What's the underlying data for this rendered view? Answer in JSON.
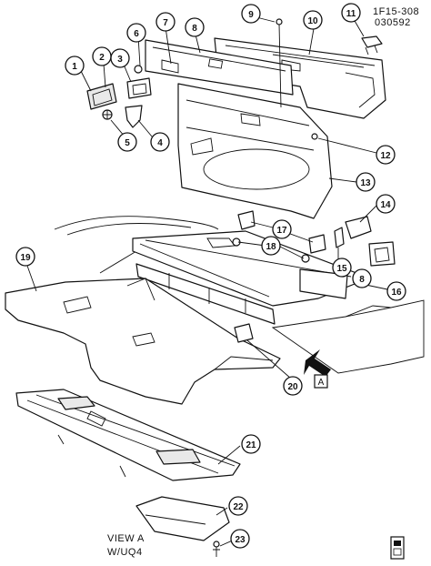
{
  "header": {
    "ref_code": "1F15-308",
    "ref_date": "030592"
  },
  "view_label": {
    "line1": "VIEW A",
    "line2": "W/UQ4"
  },
  "arrow_marker": {
    "letter": "A"
  },
  "callouts": [
    {
      "n": "1"
    },
    {
      "n": "2"
    },
    {
      "n": "3"
    },
    {
      "n": "4"
    },
    {
      "n": "5"
    },
    {
      "n": "6"
    },
    {
      "n": "7"
    },
    {
      "n": "8"
    },
    {
      "n": "9"
    },
    {
      "n": "10"
    },
    {
      "n": "11"
    },
    {
      "n": "12"
    },
    {
      "n": "13"
    },
    {
      "n": "14"
    },
    {
      "n": "15"
    },
    {
      "n": "16"
    },
    {
      "n": "17"
    },
    {
      "n": "18"
    },
    {
      "n": "19"
    },
    {
      "n": "20"
    },
    {
      "n": "21"
    },
    {
      "n": "22"
    },
    {
      "n": "23"
    },
    {
      "n": "8"
    }
  ]
}
